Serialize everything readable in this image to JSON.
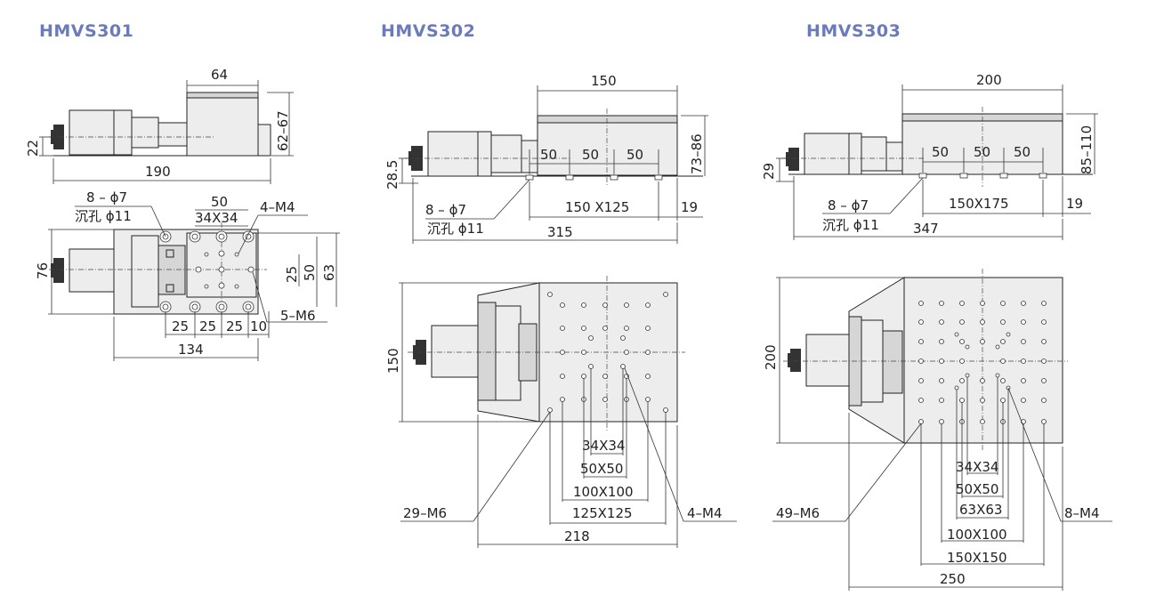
{
  "models": [
    {
      "name": "HMVS301",
      "side_view": {
        "width": "64",
        "height": "62–67",
        "screw_height": "22",
        "length": "190"
      },
      "top_view": {
        "holes_left": "8 – ϕ7",
        "holes_left_counterbore": "沉孔 ϕ11",
        "dim_50": "50",
        "dim_34x34": "34X34",
        "thread_holes": "4–M4",
        "dim_76": "76",
        "dim_25_v": "25",
        "dim_50_v": "50",
        "dim_63": "63",
        "thread_holes_2": "5–M6",
        "pitch": [
          "25",
          "25",
          "25",
          "10"
        ],
        "length": "134"
      }
    },
    {
      "name": "HMVS302",
      "side_view": {
        "width": "150",
        "height": "73–86",
        "screw_height": "28.5",
        "pitch": [
          "50",
          "50",
          "50"
        ],
        "holes_left": "8 – ϕ7",
        "holes_left_counterbore": "沉孔 ϕ11",
        "table": "150 X125",
        "offset": "19",
        "length": "315"
      },
      "top_view": {
        "height": "150",
        "holes": "29–M6",
        "thread_holes": "4–M4",
        "grids": [
          "34X34",
          "50X50",
          "100X100",
          "125X125"
        ],
        "length": "218"
      }
    },
    {
      "name": "HMVS303",
      "side_view": {
        "width": "200",
        "height": "85–110",
        "screw_height": "29",
        "pitch": [
          "50",
          "50",
          "50"
        ],
        "holes_left": "8 – ϕ7",
        "holes_left_counterbore": "沉孔 ϕ11",
        "table": "150X175",
        "offset": "19",
        "length": "347"
      },
      "top_view": {
        "height": "200",
        "holes": "49–M6",
        "thread_holes": "8–M4",
        "grids": [
          "34X34",
          "50X50",
          "63X63",
          "100X100",
          "150X150"
        ],
        "length": "250"
      }
    }
  ]
}
